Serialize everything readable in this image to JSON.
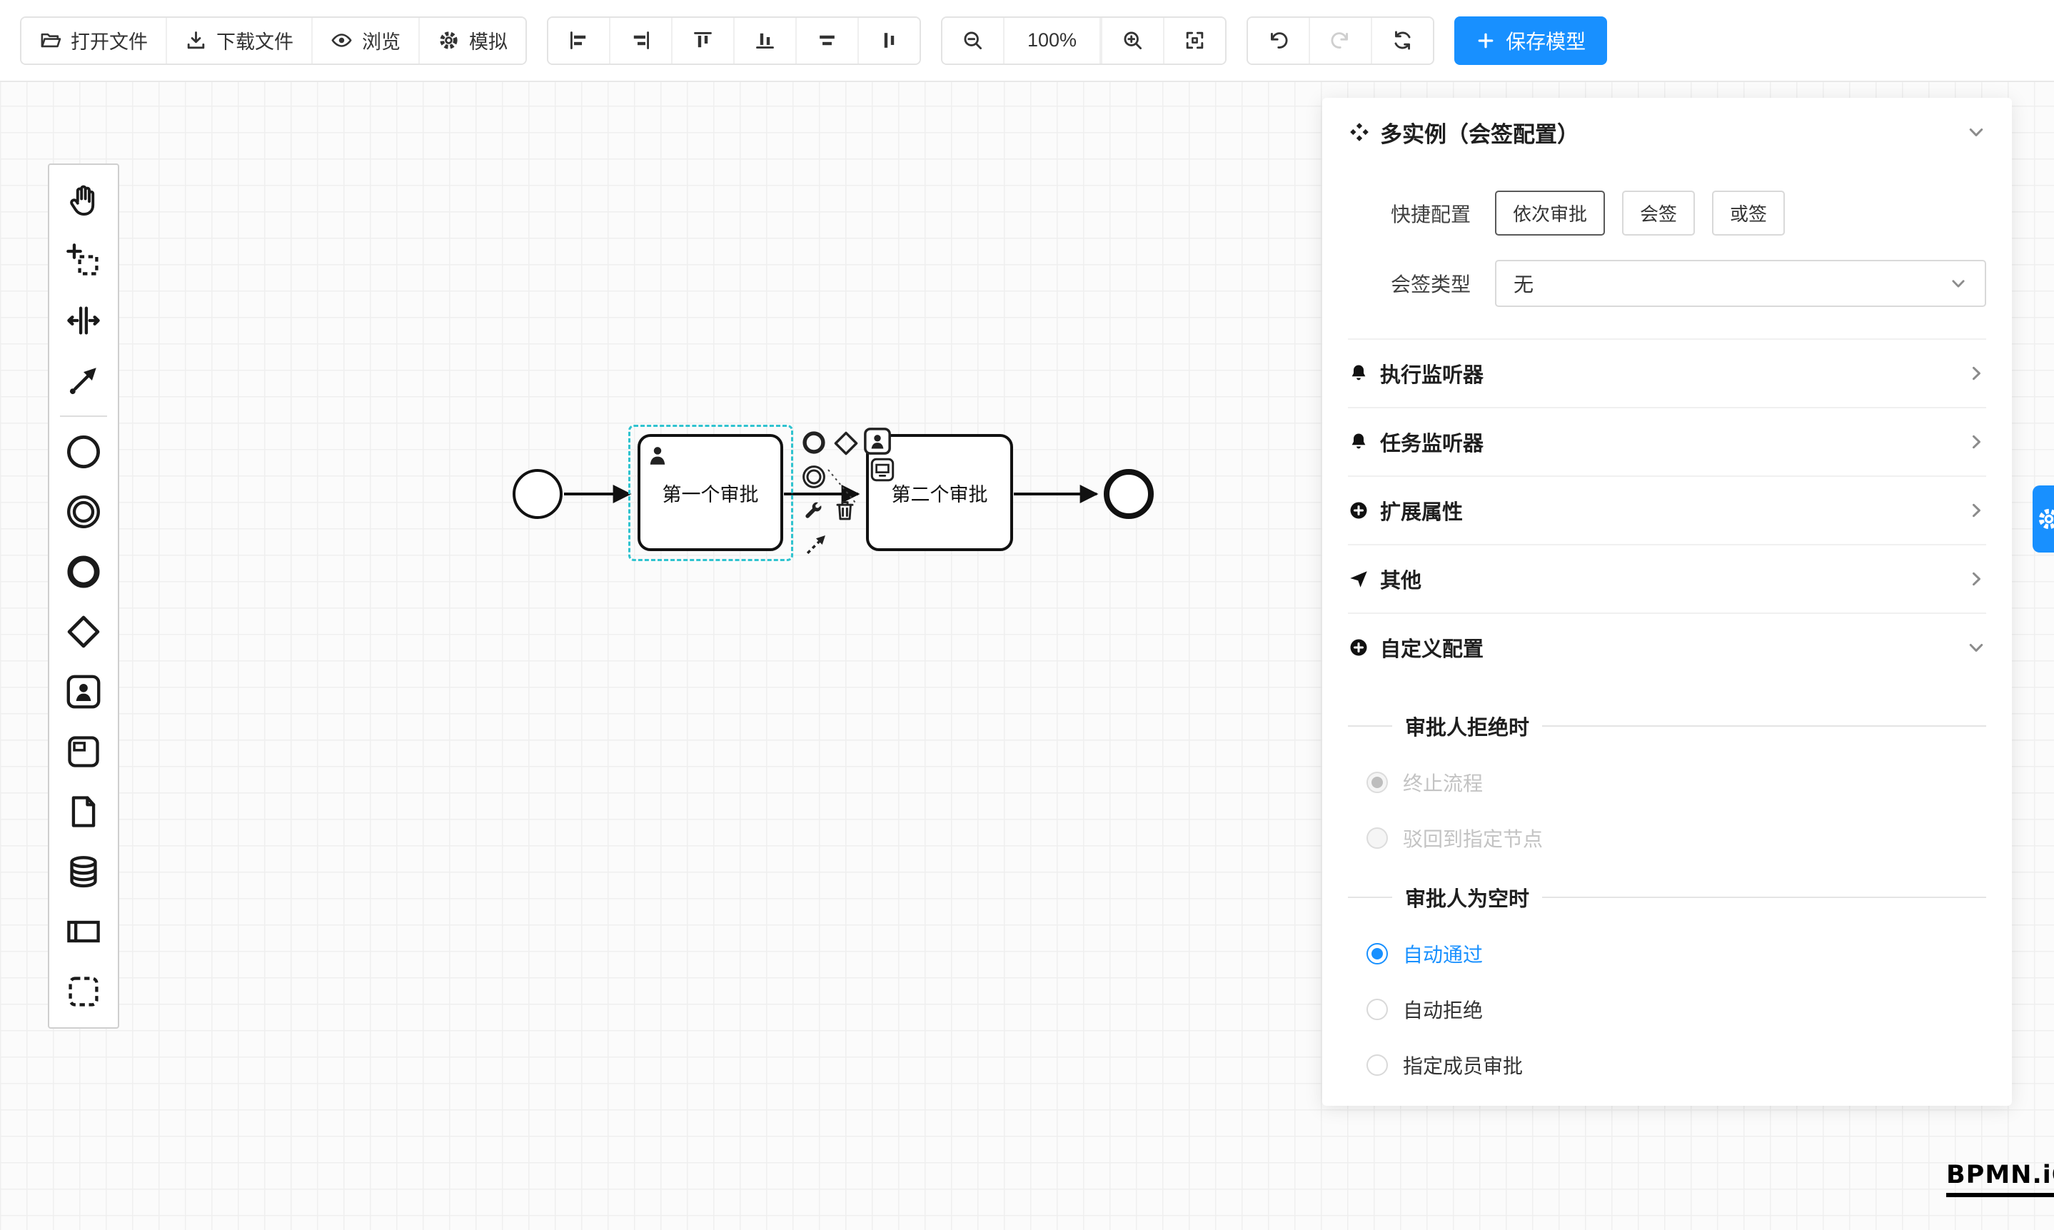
{
  "toolbar": {
    "open_file": "打开文件",
    "download_file": "下载文件",
    "preview": "浏览",
    "simulate": "模拟",
    "zoom_level": "100%",
    "save_model": "保存模型"
  },
  "canvas": {
    "task1_label": "第一个审批",
    "task2_label": "第二个审批"
  },
  "panel": {
    "title": "多实例（会签配置）",
    "quick_config_label": "快捷配置",
    "quick_options": [
      {
        "label": "依次审批",
        "active": true
      },
      {
        "label": "会签",
        "active": false
      },
      {
        "label": "或签",
        "active": false
      }
    ],
    "sign_type_label": "会签类型",
    "sign_type_value": "无",
    "sections": {
      "execution_listener": "执行监听器",
      "task_listener": "任务监听器",
      "extended_attrs": "扩展属性",
      "other": "其他",
      "custom_config": "自定义配置"
    },
    "reject_section": {
      "title": "审批人拒绝时",
      "options": [
        {
          "label": "终止流程",
          "checked": true,
          "disabled": true
        },
        {
          "label": "驳回到指定节点",
          "checked": false,
          "disabled": true
        }
      ]
    },
    "empty_section": {
      "title": "审批人为空时",
      "options": [
        {
          "label": "自动通过",
          "checked": true,
          "disabled": false
        },
        {
          "label": "自动拒绝",
          "checked": false,
          "disabled": false
        },
        {
          "label": "指定成员审批",
          "checked": false,
          "disabled": false
        }
      ]
    }
  },
  "logo": "BPMN.iO",
  "colors": {
    "accent": "#1890ff",
    "selection": "#2fc3cf"
  }
}
